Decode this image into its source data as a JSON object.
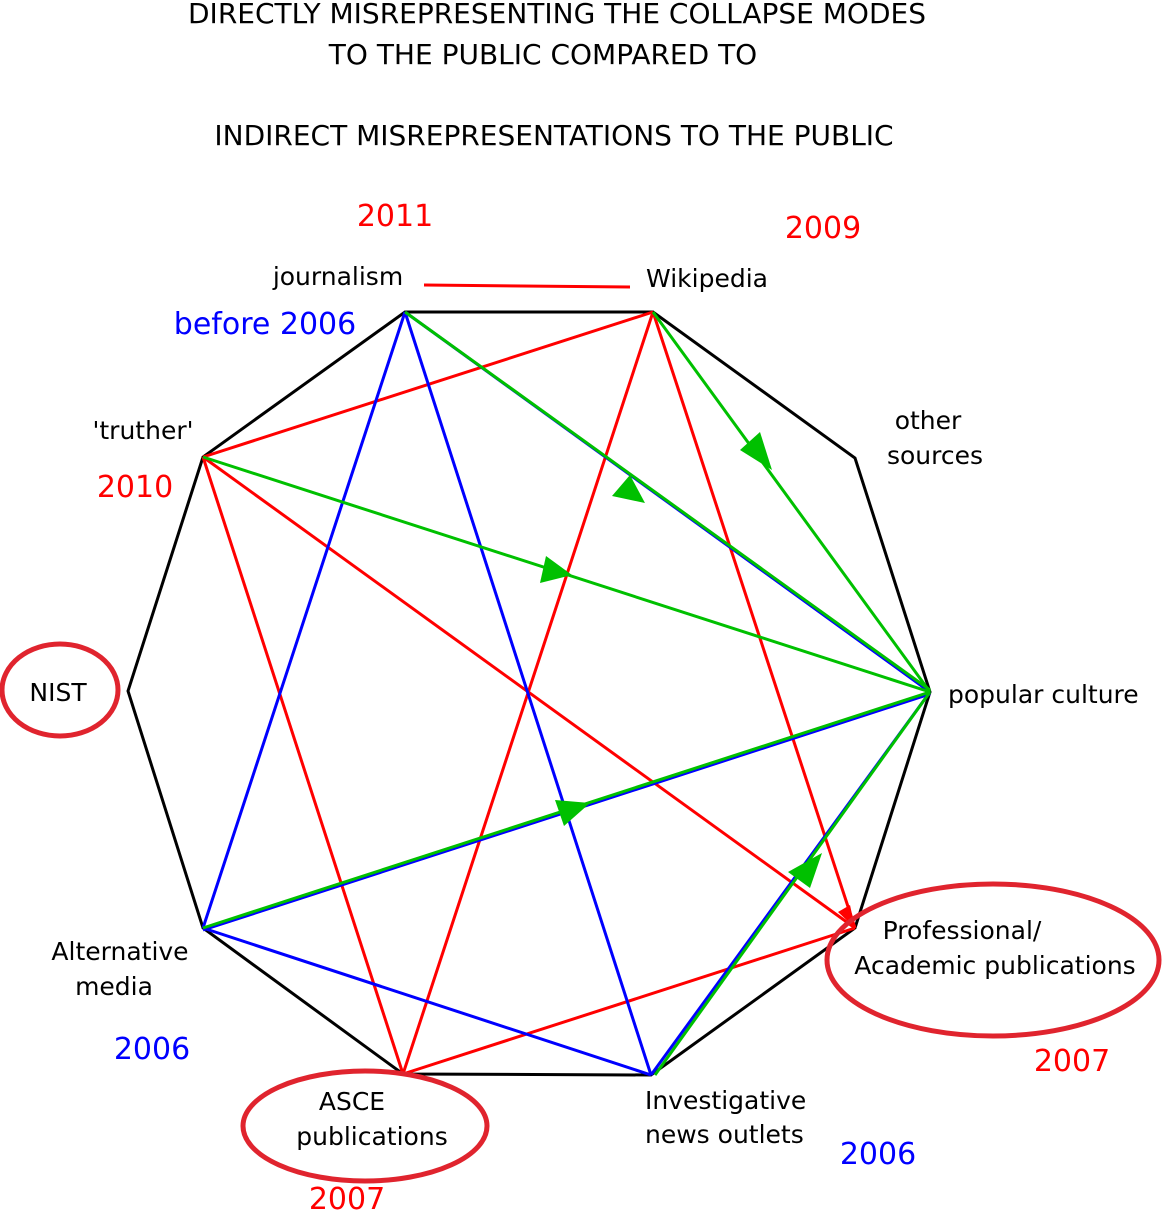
{
  "title": {
    "line1": "DIRECTLY MISREPRESENTING THE COLLAPSE MODES",
    "line2": "TO THE PUBLIC COMPARED TO",
    "line3": "INDIRECT MISREPRESENTATIONS TO THE PUBLIC"
  },
  "colors": {
    "outline": "#000000",
    "red": "#ff0000",
    "blue": "#0000ff",
    "green": "#00c000",
    "circle": "#e0242e"
  },
  "nodes": {
    "journalism": "journalism",
    "wikipedia": "Wikipedia",
    "other1": "other",
    "other2": "sources",
    "popular": "popular culture",
    "prof1": "Professional/",
    "prof2": "Academic publications",
    "invest1": "Investigative",
    "invest2": "news outlets",
    "asce1": "ASCE",
    "asce2": "publications",
    "alt1": "Alternative",
    "alt2": "media",
    "nist": "NIST",
    "truther": "'truther'"
  },
  "years": {
    "journalism": "2011",
    "journalism_blue": "before 2006",
    "wikipedia": "2009",
    "truther": "2010",
    "alternative": "2006",
    "asce": "2007",
    "investigative": "2006",
    "professional": "2007"
  }
}
